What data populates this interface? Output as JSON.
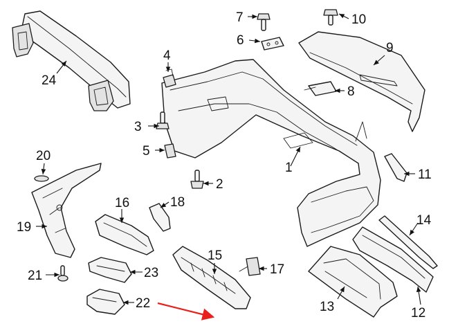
{
  "diagram": {
    "type": "exploded parts diagram",
    "colors": {
      "line": "#1a1a1a",
      "highlight_arrow": "#e8211d",
      "background": "#ffffff"
    },
    "callouts": [
      {
        "id": "c1",
        "label": "1"
      },
      {
        "id": "c2",
        "label": "2"
      },
      {
        "id": "c3",
        "label": "3"
      },
      {
        "id": "c4",
        "label": "4"
      },
      {
        "id": "c5",
        "label": "5"
      },
      {
        "id": "c6",
        "label": "6"
      },
      {
        "id": "c7",
        "label": "7"
      },
      {
        "id": "c8",
        "label": "8"
      },
      {
        "id": "c9",
        "label": "9"
      },
      {
        "id": "c10",
        "label": "10"
      },
      {
        "id": "c11",
        "label": "11"
      },
      {
        "id": "c12",
        "label": "12"
      },
      {
        "id": "c13",
        "label": "13"
      },
      {
        "id": "c14",
        "label": "14"
      },
      {
        "id": "c15",
        "label": "15"
      },
      {
        "id": "c16",
        "label": "16"
      },
      {
        "id": "c17",
        "label": "17"
      },
      {
        "id": "c18",
        "label": "18"
      },
      {
        "id": "c19",
        "label": "19"
      },
      {
        "id": "c20",
        "label": "20"
      },
      {
        "id": "c21",
        "label": "21"
      },
      {
        "id": "c22",
        "label": "22"
      },
      {
        "id": "c23",
        "label": "23"
      },
      {
        "id": "c24",
        "label": "24"
      }
    ],
    "highlighted_callout": "22"
  }
}
